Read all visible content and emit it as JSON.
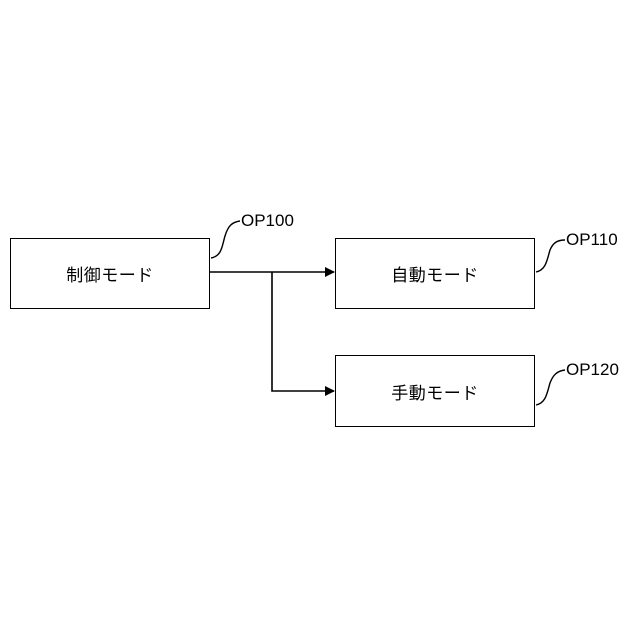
{
  "diagram": {
    "nodes": {
      "control": {
        "label": "制御モード",
        "ref": "OP100"
      },
      "auto": {
        "label": "自動モード",
        "ref": "OP110"
      },
      "manual": {
        "label": "手動モード",
        "ref": "OP120"
      }
    },
    "edges": [
      {
        "from": "control",
        "to": "auto"
      },
      {
        "from": "control",
        "to": "manual"
      }
    ],
    "colors": {
      "line": "#000000",
      "background": "#ffffff"
    }
  }
}
